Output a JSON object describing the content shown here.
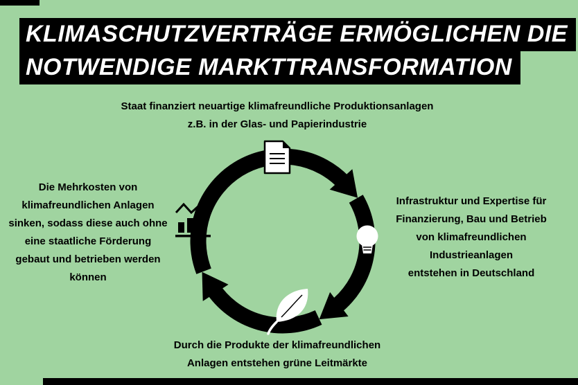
{
  "colors": {
    "background": "#a0d4a0",
    "ink": "#000000",
    "title-bg": "#000000",
    "title-fg": "#ffffff"
  },
  "title": {
    "line1": "KLIMASCHUTZVERTRÄGE ERMÖGLICHEN DIE",
    "line2": "NOTWENDIGE MARKTTRANSFORMATION"
  },
  "blurbs": {
    "top": "Staat finanziert neuartige klimafreundliche Produktionsanlagen\nz.B. in der Glas- und Papierindustrie",
    "right": "Infrastruktur und Expertise für\nFinanzierung, Bau und Betrieb\nvon klimafreundlichen\nIndustrieanlagen\nentstehen in Deutschland",
    "bottom": "Durch die Produkte der klimafreundlichen\nAnlagen entstehen grüne Leitmärkte",
    "left": "Die Mehrkosten von\nklimafreundlichen Anlagen\nsinken, sodass diese auch ohne\neine staatliche Förderung\ngebaut und betrieben werden\nkönnen"
  },
  "icons": {
    "cycle": "cycle-arrows-icon",
    "top": "document-icon",
    "right": "lightbulb-icon",
    "bottom": "leaf-icon",
    "left": "declining-chart-icon"
  }
}
